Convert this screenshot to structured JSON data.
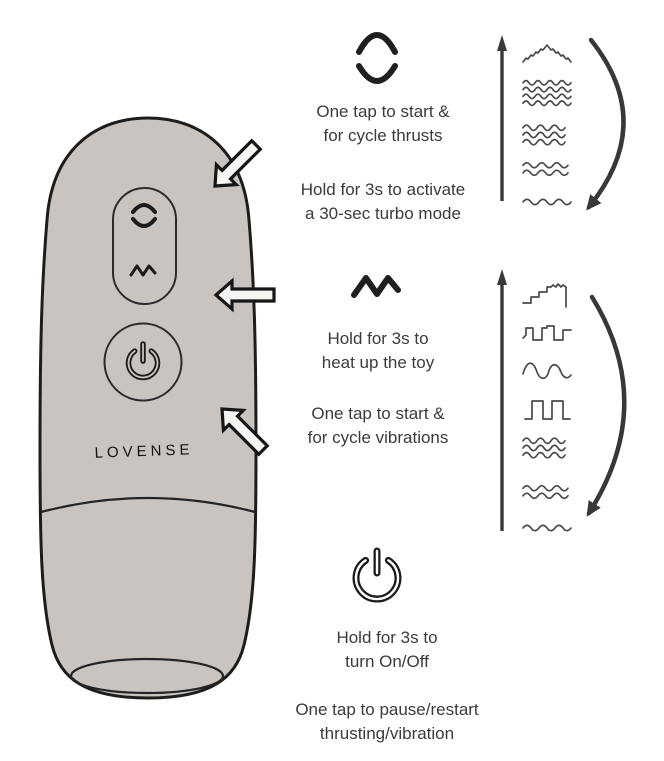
{
  "brand": "LOVENSE",
  "device": {
    "buttons": [
      {
        "name": "thrust-button",
        "icon": "thrust-icon"
      },
      {
        "name": "vibration-button",
        "icon": "wave-icon"
      },
      {
        "name": "power-button",
        "icon": "power-icon"
      }
    ]
  },
  "instructions": {
    "thrust": {
      "icon": "thrust-icon",
      "tap_text": "One tap to start &\nfor cycle thrusts",
      "hold_text": "Hold for 3s to activate\na 30-sec turbo mode"
    },
    "vibration": {
      "icon": "wave-icon",
      "hold_text": "Hold for 3s to\nheat up the toy",
      "tap_text": "One tap to start &\nfor cycle vibrations"
    },
    "power": {
      "icon": "power-icon",
      "hold_text": "Hold for 3s to\nturn On/Off",
      "tap_text": "One tap to pause/restart\nthrusting/vibration"
    }
  },
  "scales": {
    "thrust": {
      "direction": "intensity-increasing-upward",
      "increase_arrow": "up-arrow-icon",
      "cycle_arrow": "curved-cycle-arrow-icon",
      "patterns": [
        "turbo-peak",
        "waves-4",
        "waves-3",
        "waves-2",
        "waves-1"
      ]
    },
    "vibration": {
      "direction": "intensity-increasing-upward",
      "increase_arrow": "up-arrow-icon",
      "cycle_arrow": "curved-cycle-arrow-icon",
      "patterns": [
        "stairs-up",
        "random-pulse",
        "sine-wave",
        "square-wave",
        "waves-3",
        "waves-2",
        "waves-1"
      ]
    }
  },
  "colors": {
    "device_body": "#cac4c1",
    "outline": "#1d1d1b",
    "text": "#3b3b3b",
    "pattern_stroke": "#4a4a4a"
  }
}
